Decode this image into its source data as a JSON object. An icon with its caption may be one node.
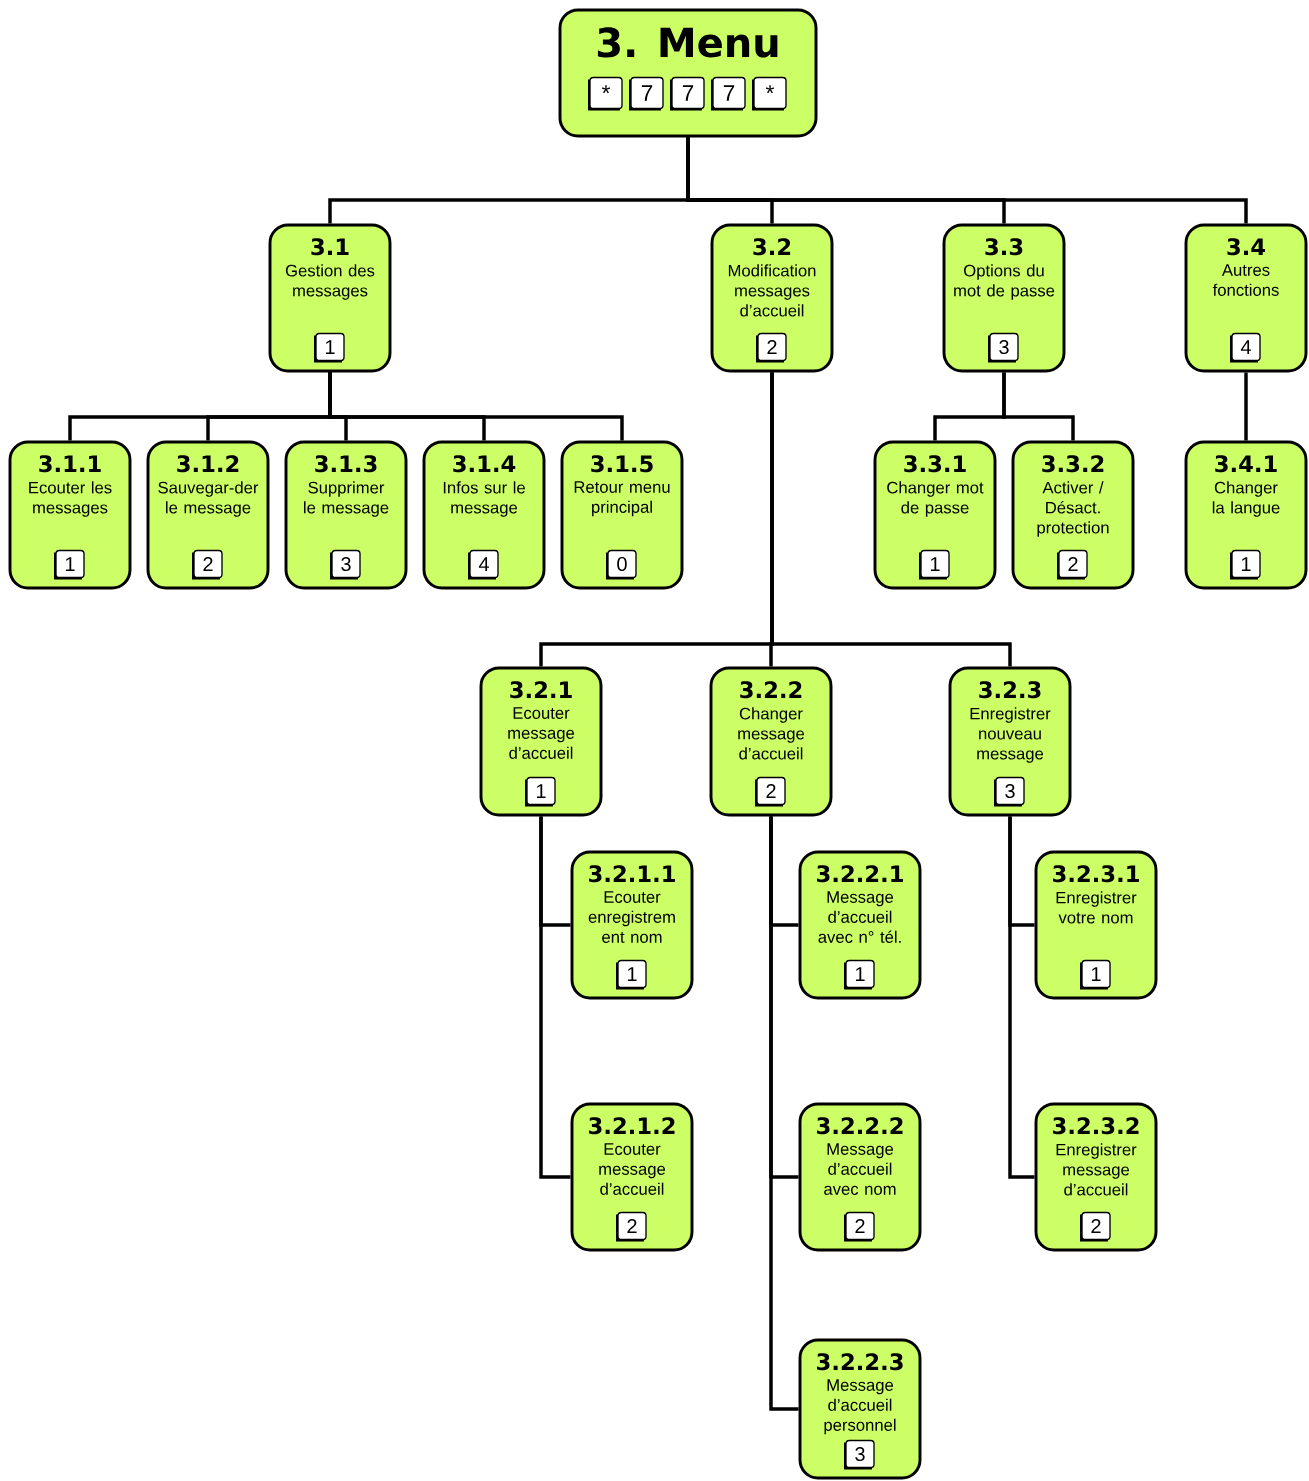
{
  "diagram": {
    "nodes": [
      {
        "text": [
          "3. Menu",
          "*",
          "7",
          "7",
          "7",
          "*"
        ]
      },
      {
        "text": [
          "3.1",
          "Gestion des messages",
          "1"
        ]
      },
      {
        "text": [
          "3.1.1",
          "Ecouter les messages",
          "1"
        ]
      },
      {
        "text": [
          "3.1.2",
          "Sauvegar-der le message",
          "2"
        ]
      },
      {
        "text": [
          "3.1.3",
          "Supprimer le message",
          "3"
        ]
      },
      {
        "text": [
          "3.1.4",
          "Infos sur le message",
          "4"
        ]
      },
      {
        "text": [
          "3.1.5",
          "Retour menu principal",
          "0"
        ]
      },
      {
        "text": [
          "3.2",
          "Modification messages d’accueil",
          "2"
        ]
      },
      {
        "text": [
          "3.2.1",
          "Ecouter message d’accueil",
          "1"
        ]
      },
      {
        "text": [
          "3.2.1.1",
          "Ecouter enregistrem ent nom",
          "1"
        ]
      },
      {
        "text": [
          "3.2.1.2",
          "Ecouter message d’accueil",
          "2"
        ]
      },
      {
        "text": [
          "3.2.2",
          "Changer message d’accueil",
          "2"
        ]
      },
      {
        "text": [
          "3.2.2.1",
          "Message d’accueil avec n° tél.",
          "1"
        ]
      },
      {
        "text": [
          "3.2.2.2",
          "Message d’accueil avec nom",
          "2"
        ]
      },
      {
        "text": [
          "3.2.2.3",
          "Message d’accueil personnel",
          "3"
        ]
      },
      {
        "text": [
          "3.2.3",
          "Enregistrer nouveau message",
          "3"
        ]
      },
      {
        "text": [
          "3.2.3.1",
          "Enregistrer votre nom",
          "1"
        ]
      },
      {
        "text": [
          "3.2.3.2",
          "Enregistrer message d’accueil",
          "2"
        ]
      },
      {
        "text": [
          "3.3",
          "Options du mot de passe",
          "3"
        ]
      },
      {
        "text": [
          "3.3.1",
          "Changer mot de passe",
          "1"
        ]
      },
      {
        "text": [
          "3.3.2",
          "Activer / Désact. protection",
          "2"
        ]
      },
      {
        "text": [
          "3.4",
          "Autres fonctions",
          "4"
        ]
      },
      {
        "text": [
          "3.4.1",
          "Changer la langue",
          "1"
        ]
      }
    ],
    "edges": [
      {
        "from": 0,
        "to": 1,
        "arrow": "none"
      },
      {
        "from": 0,
        "to": 7,
        "arrow": "none"
      },
      {
        "from": 0,
        "to": 18,
        "arrow": "none"
      },
      {
        "from": 0,
        "to": 21,
        "arrow": "none"
      },
      {
        "from": 1,
        "to": 2,
        "arrow": "none"
      },
      {
        "from": 1,
        "to": 3,
        "arrow": "none"
      },
      {
        "from": 1,
        "to": 4,
        "arrow": "none"
      },
      {
        "from": 1,
        "to": 5,
        "arrow": "none"
      },
      {
        "from": 1,
        "to": 6,
        "arrow": "none"
      },
      {
        "from": 7,
        "to": 8,
        "arrow": "none"
      },
      {
        "from": 7,
        "to": 11,
        "arrow": "none"
      },
      {
        "from": 7,
        "to": 15,
        "arrow": "none"
      },
      {
        "from": 8,
        "to": 9,
        "arrow": "none"
      },
      {
        "from": 8,
        "to": 10,
        "arrow": "none"
      },
      {
        "from": 11,
        "to": 12,
        "arrow": "none"
      },
      {
        "from": 11,
        "to": 13,
        "arrow": "none"
      },
      {
        "from": 11,
        "to": 14,
        "arrow": "none"
      },
      {
        "from": 15,
        "to": 16,
        "arrow": "none"
      },
      {
        "from": 15,
        "to": 17,
        "arrow": "none"
      },
      {
        "from": 18,
        "to": 19,
        "arrow": "none"
      },
      {
        "from": 18,
        "to": 20,
        "arrow": "none"
      },
      {
        "from": 21,
        "to": 22,
        "arrow": "none"
      }
    ]
  }
}
